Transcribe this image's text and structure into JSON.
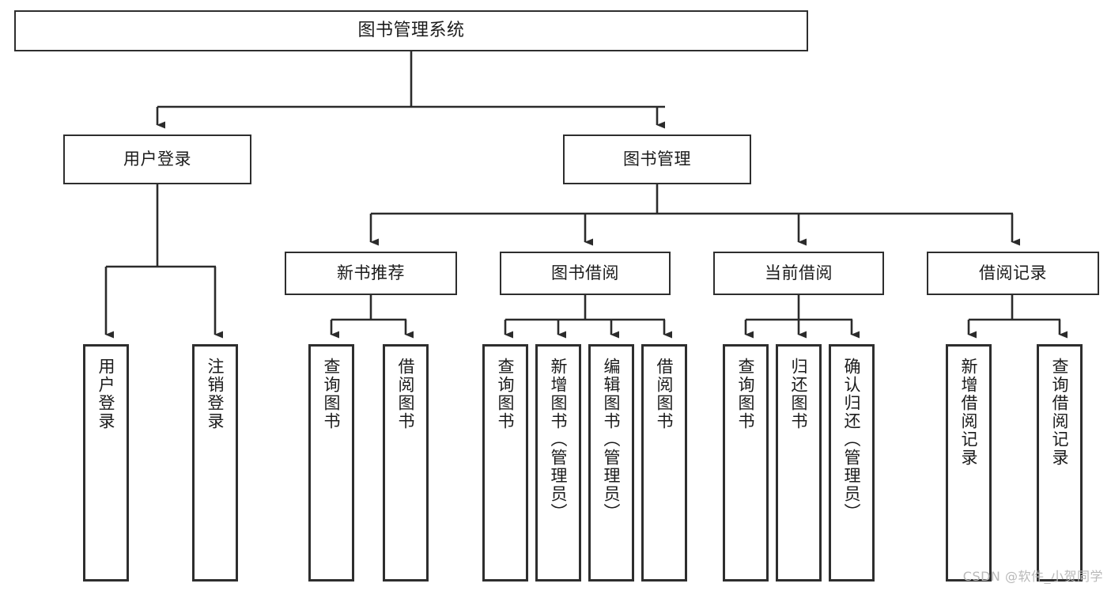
{
  "diagram": {
    "title": "图书管理系统",
    "type": "functional-structure-tree",
    "root": {
      "label": "图书管理系统"
    },
    "level1": [
      {
        "label": "用户登录"
      },
      {
        "label": "图书管理"
      }
    ],
    "level2": [
      {
        "label": "新书推荐"
      },
      {
        "label": "图书借阅"
      },
      {
        "label": "当前借阅"
      },
      {
        "label": "借阅记录"
      }
    ],
    "leaves": {
      "user_login": [
        {
          "label": "用户登录"
        },
        {
          "label": "注销登录"
        }
      ],
      "new_book_recommend": [
        {
          "label": "查询图书"
        },
        {
          "label": "借阅图书"
        }
      ],
      "book_borrow": [
        {
          "label": "查询图书"
        },
        {
          "label": "新增图书（管理员）"
        },
        {
          "label": "编辑图书（管理员）"
        },
        {
          "label": "借阅图书"
        }
      ],
      "current_borrow": [
        {
          "label": "查询图书"
        },
        {
          "label": "归还图书"
        },
        {
          "label": "确认归还（管理员）"
        }
      ],
      "borrow_record": [
        {
          "label": "新增借阅记录"
        },
        {
          "label": "查询借阅记录"
        }
      ]
    }
  },
  "watermark": {
    "text": "CSDN @软件_小贺同学"
  },
  "colors": {
    "background": "#ffffff",
    "box_border": "#2e2e2e",
    "box_fill": "#ffffff",
    "connector": "#2b2b2b",
    "text": "#1b1b1b",
    "watermark": "#b9b9b9"
  }
}
